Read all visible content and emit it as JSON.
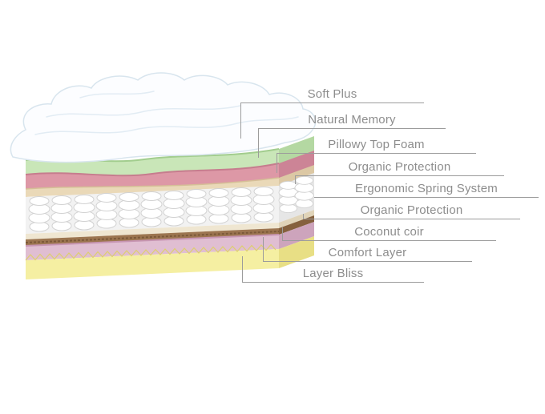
{
  "diagram": {
    "type": "mattress-layer-cross-section",
    "labels": [
      {
        "id": "soft-plus",
        "text": "Soft Plus"
      },
      {
        "id": "natural-memory",
        "text": "Natural Memory"
      },
      {
        "id": "pillowy-top-foam",
        "text": "Pillowy Top Foam"
      },
      {
        "id": "organic-protection-top",
        "text": "Organic Protection"
      },
      {
        "id": "ergonomic-spring-system",
        "text": "Ergonomic Spring System"
      },
      {
        "id": "organic-protection-bottom",
        "text": "Organic Protection"
      },
      {
        "id": "coconut-coir",
        "text": "Coconut coir"
      },
      {
        "id": "comfort-layer",
        "text": "Comfort Layer"
      },
      {
        "id": "layer-bliss",
        "text": "Layer Bliss"
      }
    ],
    "colors": {
      "label_text": "#8d8d8d",
      "leader_line": "#9c9c9c",
      "cloud": "#fcfdff",
      "cloud_edge": "#d8e5ee",
      "quilt_line": "#e2ecf4",
      "natural_memory": "#c9e6b8",
      "natural_memory_dark": "#a2cd8e",
      "natural_memory_side": "#b4d8a2",
      "pillowy": "#dd98a6",
      "pillowy_dark": "#c67d8e",
      "pillowy_side": "#cc8496",
      "organic_top": "#ead9b8",
      "organic_top_dark": "#d5bf97",
      "organic_top_side": "#dcc8a4",
      "spring_band": "#f2f2f2",
      "spring_band_side": "#e6e6e6",
      "spring_coil": "#ffffff",
      "spring_coil_stroke": "#d2d2d2",
      "organic_bottom": "#efe6d1",
      "organic_bottom_side": "#e0d4b9",
      "coconut": "#9c7550",
      "coconut_dark": "#7b5939",
      "coconut_side": "#85613e",
      "comfort": "#e0bed2",
      "comfort_dark": "#c795b2",
      "comfort_side": "#cda4bc",
      "bliss": "#f5efa2",
      "bliss_dark": "#ddcf6e",
      "bliss_side": "#e8df85"
    }
  }
}
